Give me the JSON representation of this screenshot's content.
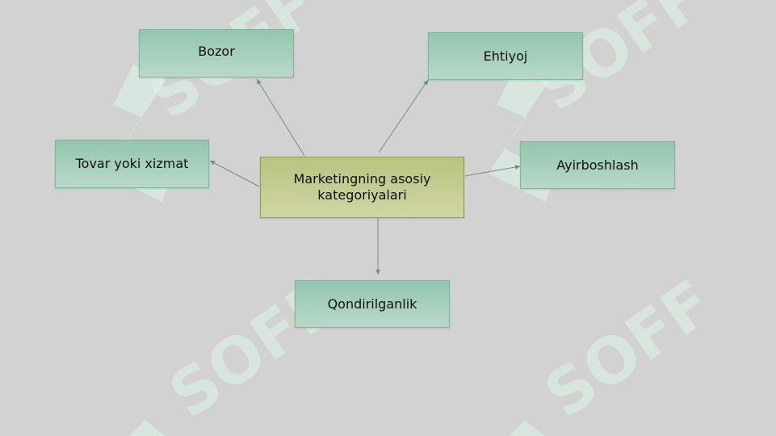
{
  "diagram": {
    "center": "Marketingning asosiy kategoriyalari",
    "nodes": {
      "bozor": "Bozor",
      "ehtiyoj": "Ehtiyoj",
      "tovar": "Tovar yoki xizmat",
      "ayirboshlash": "Ayirboshlash",
      "qondirilganlik": "Qondirilganlik"
    }
  },
  "watermark": {
    "text": "SOFF"
  },
  "colors": {
    "background": "#d2d2d2",
    "node_fill": "#a8d0bd",
    "node_border": "#7ab79c",
    "center_fill": "#c5cd94",
    "center_border": "#8f9a52",
    "connector": "#6f8f86",
    "watermark": "#dcf0e6"
  }
}
